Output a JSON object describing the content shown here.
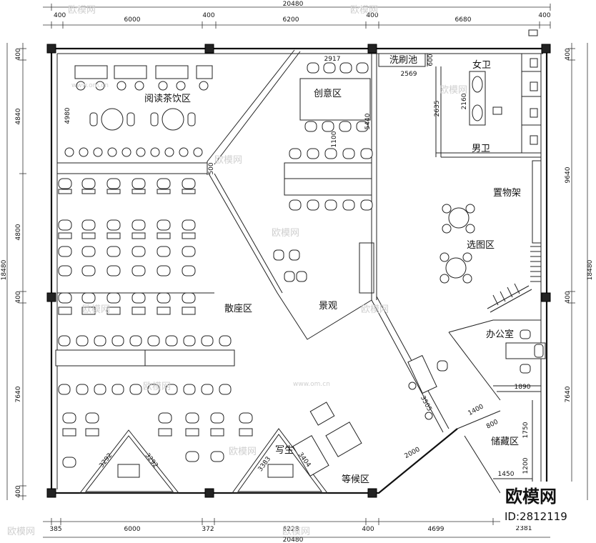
{
  "rooms": {
    "reading": "阅读茶饮区",
    "creative": "创意区",
    "sink": "洗刷池",
    "female_wc": "女卫",
    "male_wc": "男卫",
    "shelf": "置物架",
    "selection": "选图区",
    "scatter": "散座区",
    "landscape": "景观",
    "office": "办公室",
    "storage": "储藏区",
    "sketch": "写生",
    "waiting": "等候区"
  },
  "dims_top": {
    "total": "20480",
    "d1": "400",
    "d2": "6000",
    "d3": "400",
    "d4": "6200",
    "d5": "400",
    "d6": "6680",
    "d7": "400"
  },
  "dims_bottom": {
    "total": "20480",
    "d1": "385",
    "d2": "6000",
    "d3": "372",
    "d4": "6228",
    "d5": "400",
    "d6": "4699",
    "d7": "2381"
  },
  "dims_left": {
    "total": "18480",
    "d1": "400",
    "d2": "4840",
    "d3": "4800",
    "d4": "400",
    "d5": "7640",
    "d6": "400"
  },
  "dims_right": {
    "d1": "400",
    "d2": "9640",
    "d3": "400",
    "d4": "7640",
    "d5": "400",
    "total": "18480"
  },
  "dims_inner": {
    "reading_h": "4980",
    "opening": "500",
    "creative_w": "2917",
    "creative_h": "5440",
    "creative_gap": "1100",
    "sink_w": "2569",
    "sink_h": "600",
    "wc_h": "2635",
    "wc_inner": "2160",
    "office_w": "1890",
    "diag_a": "3505",
    "diag_b": "1400",
    "diag_c": "800",
    "diag_d": "2000",
    "storage_h": "1750",
    "storage_h2": "1200",
    "storage_w": "1450",
    "tri1_a": "3292",
    "tri1_b": "3292",
    "tri2_a": "3383",
    "tri2_b": "3404"
  },
  "watermark": {
    "text": "欧模网",
    "url": "www.om.cn"
  },
  "brand": {
    "name": "欧模网",
    "id": "ID:2812119"
  }
}
